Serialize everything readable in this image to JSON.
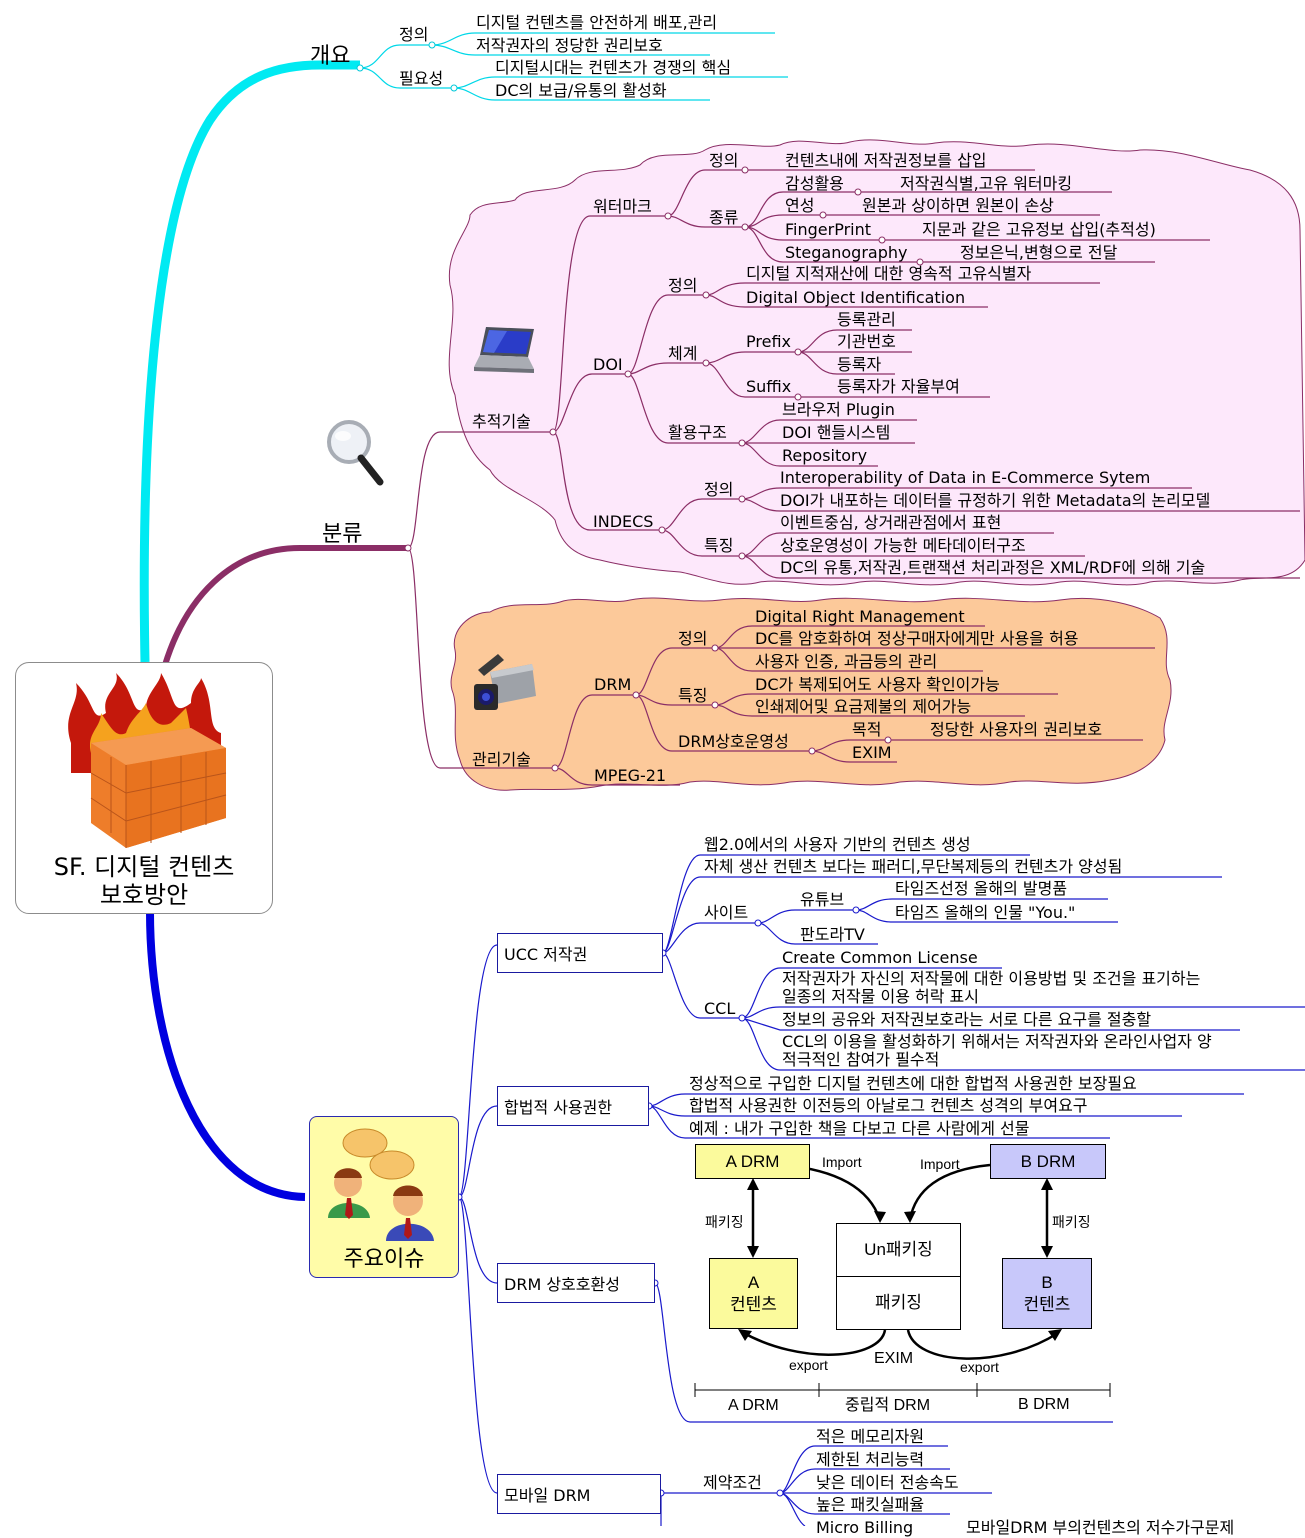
{
  "central": {
    "title_line1": "SF. 디지털 컨텐츠",
    "title_line2": "보호방안",
    "icon": "firewall-icon"
  },
  "colors": {
    "overview_branch": "#00e8f0",
    "classification_branch": "#8b2e66",
    "issues_branch": "#0000e0",
    "tracking_cloud_fill": "#fde8fb",
    "management_cloud_fill": "#fcc99a",
    "issue_node_fill": "#fffca8",
    "a_drm_fill": "#fbfa9c",
    "b_drm_fill": "#c8c8fa"
  },
  "overview": {
    "label": "개요",
    "definition": {
      "label": "정의",
      "items": [
        "디지털 컨텐츠를 안전하게 배포,관리",
        "저작권자의 정당한 권리보호"
      ]
    },
    "necessity": {
      "label": "필요성",
      "items": [
        "디지털시대는 컨텐츠가 경쟁의 핵심",
        "DC의 보급/유통의 활성화"
      ]
    }
  },
  "classification": {
    "label": "분류",
    "icon": "magnifier-icon",
    "tracking": {
      "label": "추적기술",
      "icon": "laptop-icon",
      "watermark": {
        "label": "워터마크",
        "definition": {
          "label": "정의",
          "item": "컨텐츠내에 저작권정보를 삽입"
        },
        "types": {
          "label": "종류",
          "items": [
            {
              "name": "감성활용",
              "desc": "저작권식별,고유 워터마킹"
            },
            {
              "name": "연성",
              "desc": "원본과 상이하면 원본이 손상"
            },
            {
              "name": "FingerPrint",
              "desc": "지문과 같은 고유정보 삽입(추적성)"
            },
            {
              "name": "Steganography",
              "desc": "정보은닉,변형으로 전달"
            }
          ]
        }
      },
      "doi": {
        "label": "DOI",
        "definition": {
          "label": "정의",
          "items": [
            "디지털 지적재산에 대한 영속적 고유식별자",
            "Digital Object Identification"
          ]
        },
        "system": {
          "label": "체계",
          "prefix": {
            "label": "Prefix",
            "items": [
              "등록관리",
              "기관번호",
              "등록자"
            ]
          },
          "suffix": {
            "label": "Suffix",
            "item": "등록자가 자율부여"
          }
        },
        "structure": {
          "label": "활용구조",
          "items": [
            "브라우저 Plugin",
            "DOI 핸들시스템",
            "Repository"
          ]
        }
      },
      "indecs": {
        "label": "INDECS",
        "definition": {
          "label": "정의",
          "items": [
            "Interoperability of Data in E-Commerce Sytem",
            "DOI가 내포하는 데이터를 규정하기 위한 Metadata의 논리모델"
          ]
        },
        "features": {
          "label": "특징",
          "items": [
            "이벤트중심, 상거래관점에서 표현",
            "상호운영성이 가능한 메타데이터구조",
            "DC의 유통,저작권,트랜잭션 처리과정은 XML/RDF에 의해 기술"
          ]
        }
      }
    },
    "management": {
      "label": "관리기술",
      "icon": "camcorder-icon",
      "drm": {
        "label": "DRM",
        "definition": {
          "label": "정의",
          "items": [
            "Digital Right Management",
            "DC를 암호화하여 정상구매자에게만 사용을 허용",
            "사용자 인증, 과금등의 관리"
          ]
        },
        "features": {
          "label": "특징",
          "items": [
            "DC가 복제되어도 사용자 확인이가능",
            "인쇄제어및 요금제불의 제어가능"
          ]
        },
        "interop": {
          "label": "DRM상호운영성",
          "purpose_label": "목적",
          "purpose": "정당한 사용자의 권리보호",
          "exim": "EXIM"
        }
      },
      "mpeg21": "MPEG-21"
    }
  },
  "issues": {
    "label": "주요이슈",
    "icon": "discussion-people-icon",
    "ucc": {
      "label": "UCC 저작권",
      "items": [
        "웹2.0에서의 사용자 기반의 컨텐츠 생성",
        "자체 생산 컨텐츠 보다는 패러디,무단복제등의 컨텐츠가 양성됨"
      ],
      "site": {
        "label": "사이트",
        "youtube": {
          "label": "유튜브",
          "items": [
            "타임즈선정 올해의 발명품",
            "타임즈 올해의 인물 \"You.\""
          ]
        },
        "pandora": "판도라TV"
      },
      "ccl": {
        "label": "CCL",
        "items": [
          "Create Common License",
          "저작권자가 자신의 저작물에 대한 이용방법 및 조건을 표기하는",
          "일종의 저작물 이용 허락 표시",
          "정보의 공유와 저작권보호라는 서로 다른 요구를 절충할",
          "CCL의 이용을 활성화하기 위해서는 저작권자와 온라인사업자 양",
          "적극적인 참여가 필수적"
        ]
      }
    },
    "legal": {
      "label": "합법적 사용권한",
      "items": [
        "정상적으로 구입한 디지털 컨텐츠에 대한 합법적 사용권한 보장필요",
        "합법적 사용권한 이전등의 아날로그 컨텐츠 성격의 부여요구",
        "예제 : 내가 구입한 책을 다보고 다른 사람에게 선물"
      ]
    },
    "drm_interop": {
      "label": "DRM 상호호환성",
      "diagram": {
        "a_drm": "A DRM",
        "b_drm": "B DRM",
        "import_left": "Import",
        "import_right": "Import",
        "packaging_left": "패키징",
        "packaging_right": "패키징",
        "a_content_1": "A",
        "a_content_2": "컨텐츠",
        "b_content_1": "B",
        "b_content_2": "컨텐츠",
        "unpackaging": "Un패키징",
        "packaging_center": "패키징",
        "exim": "EXIM",
        "export_left": "export",
        "export_right": "export",
        "scale": [
          "A DRM",
          "중립적 DRM",
          "B DRM"
        ]
      }
    },
    "mobile": {
      "label": "모바일 DRM",
      "constraints": {
        "label": "제약조건",
        "items": [
          "적은 메모리자원",
          "제한된 처리능력",
          "낮은 데이터 전송속도",
          "높은 패킷실패율"
        ]
      },
      "micro_billing": {
        "label": "Micro Billing",
        "desc": "모바일DRM 부의컨텐츠의 저수가구문제"
      }
    }
  }
}
